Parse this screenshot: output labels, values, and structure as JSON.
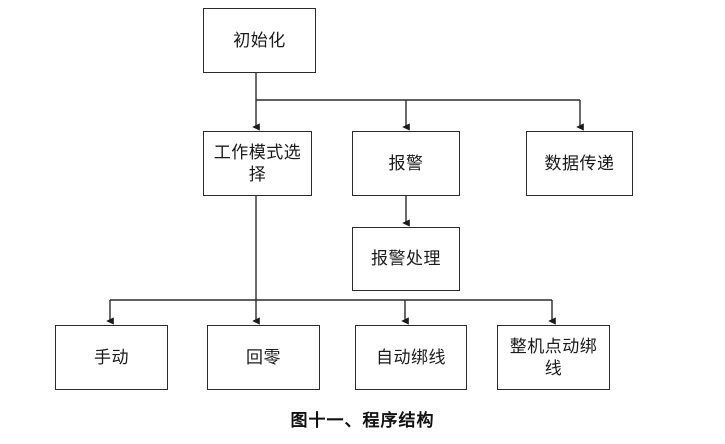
{
  "figure": {
    "caption": "图十一、程序结构",
    "background_color": "#ffffff",
    "line_color": "#2b2b2b",
    "text_color": "#1a1a1a"
  },
  "nodes": {
    "init": {
      "label": "初始化"
    },
    "work_mode_select": {
      "label": "工作模式选\n择"
    },
    "alarm": {
      "label": "报警"
    },
    "data_transfer": {
      "label": "数据传递"
    },
    "alarm_handling": {
      "label": "报警处理"
    },
    "manual": {
      "label": "手动"
    },
    "return_zero": {
      "label": "回零"
    },
    "auto_bind": {
      "label": "自动绑线"
    },
    "machine_jog_bind": {
      "label": "整机点动绑\n线"
    }
  }
}
